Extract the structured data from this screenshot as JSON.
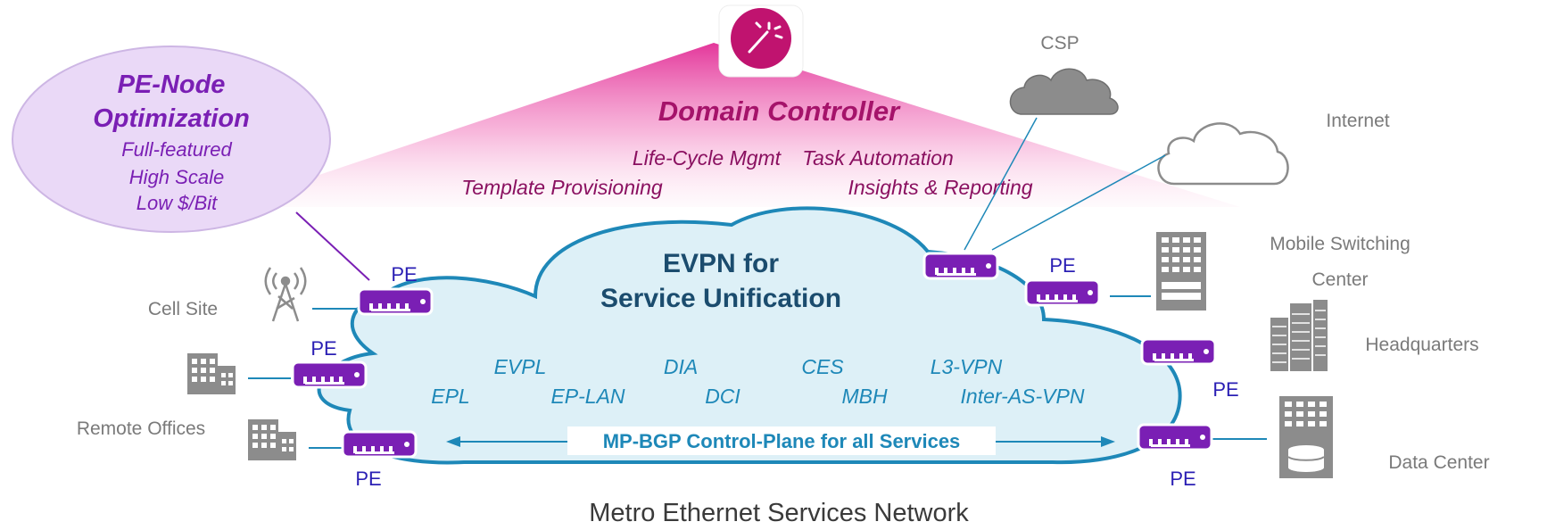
{
  "controller": {
    "title": "Domain Controller",
    "functions": [
      "Life-Cycle Mgmt",
      "Task Automation",
      "Template Provisioning",
      "Insights & Reporting"
    ]
  },
  "optimization": {
    "title_line1": "PE-Node",
    "title_line2": "Optimization",
    "items": [
      "Full-featured",
      "High Scale",
      "Low $/Bit"
    ]
  },
  "cloud": {
    "title_line1": "EVPN for",
    "title_line2": "Service Unification",
    "services": [
      "EVPL",
      "DIA",
      "CES",
      "L3-VPN",
      "EPL",
      "EP-LAN",
      "DCI",
      "MBH",
      "Inter-AS-VPN"
    ],
    "control_plane": "MP-BGP Control-Plane for all Services"
  },
  "pe_label": "PE",
  "sites": {
    "cell_site": "Cell Site",
    "remote_offices": "Remote Offices",
    "csp": "CSP",
    "internet": "Internet",
    "mobile_switching_line1": "Mobile Switching",
    "mobile_switching_line2": "Center",
    "headquarters": "Headquarters",
    "data_center": "Data Center"
  },
  "caption": "Metro Ethernet Services Network",
  "colors": {
    "purple": "#7a1fb4",
    "magenta": "#c01480",
    "navy": "#1b4c6e",
    "teal": "#1e88b8",
    "gray": "#8a8a8a"
  }
}
